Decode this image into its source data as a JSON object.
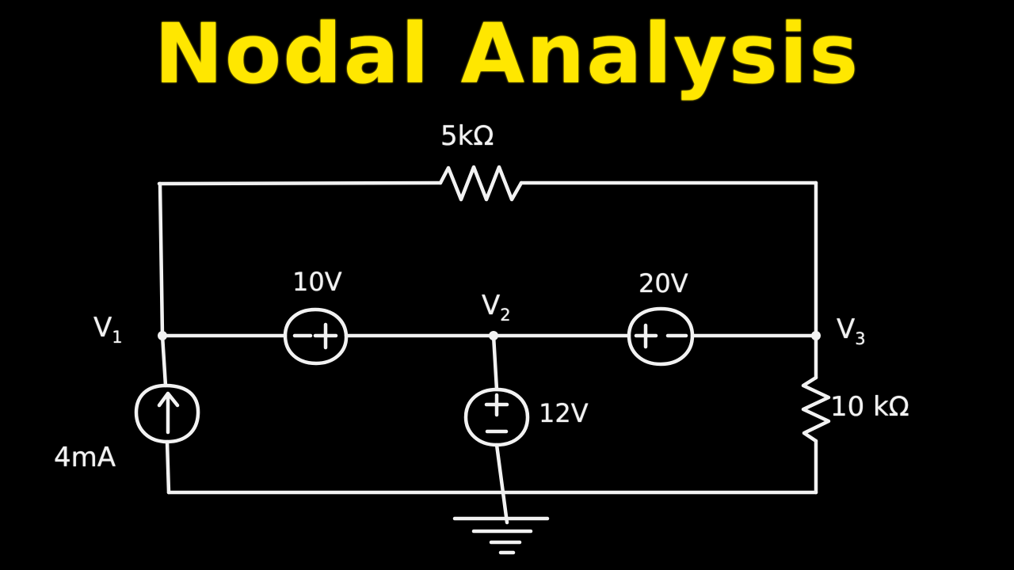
{
  "page": {
    "title": "Nodal Analysis",
    "background_color": "#000000",
    "title_color": "#FFE700",
    "ink_color": "#F2F2F2"
  },
  "circuit": {
    "node_labels": [
      {
        "name": "v1",
        "text": "V",
        "subscript": "1"
      },
      {
        "name": "v2",
        "text": "V",
        "subscript": "2"
      },
      {
        "name": "v3",
        "text": "V",
        "subscript": "3"
      }
    ],
    "components": [
      {
        "name": "resistor-top",
        "type": "resistor",
        "orientation": "horizontal",
        "label": "5kΩ"
      },
      {
        "name": "resistor-right",
        "type": "resistor",
        "orientation": "vertical",
        "label": "10 kΩ"
      },
      {
        "name": "source-10v",
        "type": "voltage-source",
        "orientation": "horizontal",
        "label": "10V",
        "left_terminal": "−",
        "right_terminal": "+"
      },
      {
        "name": "source-20v",
        "type": "voltage-source",
        "orientation": "horizontal",
        "label": "20V",
        "left_terminal": "+",
        "right_terminal": "−"
      },
      {
        "name": "source-12v",
        "type": "voltage-source",
        "orientation": "vertical",
        "label": "12V",
        "top_terminal": "+",
        "bottom_terminal": "−"
      },
      {
        "name": "current-source-4ma",
        "type": "current-source",
        "orientation": "vertical",
        "label": "4mA",
        "arrow_direction": "up"
      },
      {
        "name": "ground",
        "type": "ground",
        "label": ""
      }
    ],
    "labels": {
      "r_top": "5kΩ",
      "r_right": "10 kΩ",
      "v_10": "10V",
      "v_20": "20V",
      "v_12": "12V",
      "i_source": "4mA",
      "v1": "V",
      "v1_sub": "1",
      "v2": "V",
      "v2_sub": "2",
      "v3": "V",
      "v3_sub": "3"
    }
  }
}
